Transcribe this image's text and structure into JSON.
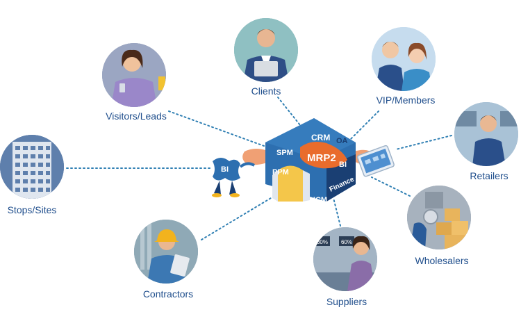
{
  "colors": {
    "link": "#2f7fb3",
    "label": "#1f4e8c",
    "house": "#2d6fb0",
    "house_dark": "#1a3f73",
    "orange": "#f0a074",
    "node_bg": "#dfe6ee"
  },
  "hub": {
    "modules": {
      "crm": "CRM",
      "mrp2": "MRP2",
      "spm": "SPM",
      "oa": "OA",
      "ppm": "PPM",
      "bi": "BI",
      "finance": "Finance",
      "hcm": "HCM"
    },
    "bi_mascot": "BI"
  },
  "nodes": {
    "clients": {
      "label": "Clients",
      "icon": "client-person-icon"
    },
    "vip": {
      "label": "VIP/Members",
      "icon": "couple-icon"
    },
    "visitors": {
      "label": "Visitors/Leads",
      "icon": "woman-phone-icon"
    },
    "retailers": {
      "label": "Retailers",
      "icon": "shop-clerk-icon"
    },
    "stops": {
      "label": "Stops/Sites",
      "icon": "building-icon"
    },
    "wholesalers": {
      "label": "Wholesalers",
      "icon": "warehouse-boxes-icon"
    },
    "contractors": {
      "label": "Contractors",
      "icon": "hardhat-worker-icon"
    },
    "suppliers": {
      "label": "Suppliers",
      "icon": "factory-worker-icon",
      "badges": [
        "60%",
        "60%"
      ]
    }
  }
}
